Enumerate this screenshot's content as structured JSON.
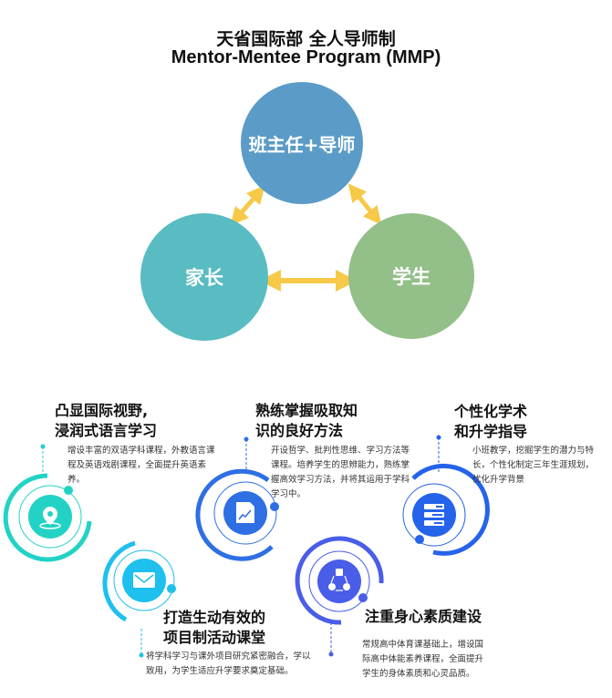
{
  "header": {
    "title_cn": "天省国际部 全人导师制",
    "title_en": "Mentor-Mentee Program (MMP)"
  },
  "triad": {
    "nodes": [
      {
        "id": "mentor",
        "label": "班主任+导师",
        "color": "#5b9bc8"
      },
      {
        "id": "parent",
        "label": "家长",
        "color": "#58bcc2"
      },
      {
        "id": "student",
        "label": "学生",
        "color": "#93bf89"
      }
    ],
    "arrow_color": "#f7c948"
  },
  "features": [
    {
      "title_line1": "凸显国际视野,",
      "title_line2": "浸润式语言学习",
      "desc": "增设丰富的双语学科课程，外教语言课程及英语戏剧课程，全面提升英语素养。",
      "icon": "location-pin-icon",
      "color": "#22d3c5"
    },
    {
      "title_line1": "熟练掌握吸取知",
      "title_line2": "识的良好方法",
      "desc": "开设哲学、批判性思维、学习方法等课程。培养学生的思辨能力，熟练掌握高效学习方法，并将其运用于学科学习中。",
      "icon": "growth-chart-document-icon",
      "color": "#2f6fe4"
    },
    {
      "title_line1": "个性化学术",
      "title_line2": "和升学指导",
      "desc": "小班教学，挖掘学生的潜力与特长，个性化制定三年生涯规划，优化升学背景",
      "icon": "server-stack-icon",
      "color": "#2563eb"
    },
    {
      "title_line1": "打造生动有效的",
      "title_line2": "项目制活动课堂",
      "desc": "将学科学习与课外项目研究紧密融合，学以致用，为学生适应升学要求奠定基础。",
      "icon": "envelope-icon",
      "color": "#1ec0ee"
    },
    {
      "title_line1": "注重身心素质建设",
      "title_line2": "",
      "desc": "常规高中体育课基础上，增设国际高中体能素养课程，全面提升学生的身体素质和心灵品质。",
      "icon": "network-nodes-icon",
      "color": "#4a5de8"
    }
  ]
}
